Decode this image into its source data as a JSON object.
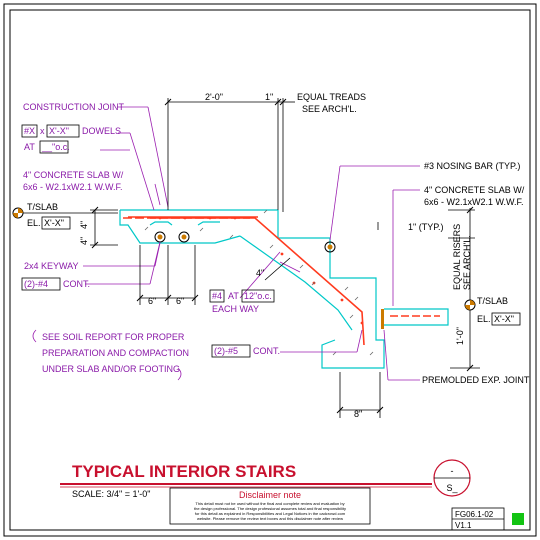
{
  "labels": {
    "construction_joint": "CONSTRUCTION JOINT",
    "dowel_size": "#X",
    "dowel_x": "x",
    "dowel_len": "X'-X\"",
    "dowels": "DOWELS",
    "at": "AT",
    "dowel_spacing": "__\"o.c.",
    "slab_top_1": "4\" CONCRETE SLAB W/",
    "slab_top_2": "6x6 - W2.1xW2.1 W.W.F.",
    "t_slab": "T/SLAB",
    "el": "EL.",
    "el_value": "X'-X\"",
    "keyway": "2x4 KEYWAY",
    "cont_bars_1": "(2)-#4",
    "cont": "CONT.",
    "soil_1": "SEE SOIL REPORT FOR PROPER",
    "soil_2": "PREPARATION AND COMPACTION",
    "soil_3": "UNDER SLAB AND/OR FOOTING",
    "rebar_1": "#4",
    "rebar_at": "AT",
    "rebar_spacing": "12\"o.c.",
    "each_way": "EACH WAY",
    "cont_bars_2": "(2)-#5",
    "cont_2": "CONT.",
    "nosing": "#3 NOSING BAR (TYP.)",
    "slab_right_1": "4\" CONCRETE SLAB W/",
    "slab_right_2": "6x6 - W2.1xW2.1 W.W.F.",
    "one_typ": "1\" (TYP.)",
    "equal_risers_1": "EQUAL RISERS",
    "equal_risers_2": "SEE ARCH'L.",
    "equal_treads_1": "EQUAL TREADS",
    "equal_treads_2": "SEE ARCH'L.",
    "premolded": "PREMOLDED EXP. JOINT"
  },
  "dimensions": {
    "two_oh": "2'-0\"",
    "one_in": "1\"",
    "four_a": "4\"",
    "four_b": "4\"",
    "four_diag": "4\"",
    "six_a": "6\"",
    "six_b": "6\"",
    "one_oh": "1'-0\"",
    "eight": "8\""
  },
  "title_block": {
    "title": "TYPICAL INTERIOR STAIRS",
    "scale": "SCALE: 3/4\" = 1'-0\"",
    "section_top": "-",
    "section_bottom": "S_",
    "disclaimer_title": "Disclaimer note",
    "disclaimer_1": "This detail must not be used without the final and complete review and evaluation by",
    "disclaimer_2": "the design professional. The design professional assumes total and final responsibility",
    "disclaimer_3": "for this detail as explained in Responsibilities and Legal Notices in the cadcrowd.com",
    "disclaimer_4": "website. Please remove the review text boxes and this disclaimer note after review",
    "code": "FG06.1-02",
    "version": "V1.1"
  },
  "colors": {
    "border": "#000000",
    "concrete": "#00c8c8",
    "rebar": "#ff3b1f",
    "leader": "#9b1fb0",
    "label": "#8a1aa8",
    "bars": "#cc7a00",
    "title": "#c8102e",
    "status": "#13c413"
  }
}
